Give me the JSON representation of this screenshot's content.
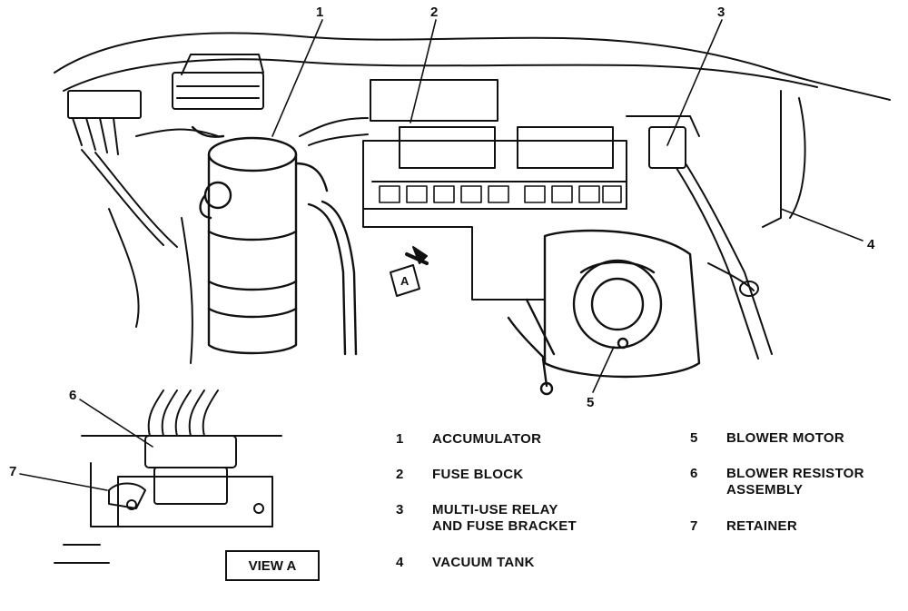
{
  "callouts": {
    "c1": "1",
    "c2": "2",
    "c3": "3",
    "c4": "4",
    "c5": "5",
    "c6": "6",
    "c7": "7",
    "view_marker": "A"
  },
  "view_label": "VIEW A",
  "legend": [
    {
      "num": "1",
      "text": "ACCUMULATOR"
    },
    {
      "num": "2",
      "text": "FUSE BLOCK"
    },
    {
      "num": "3",
      "text": "MULTI-USE RELAY\nAND FUSE BRACKET"
    },
    {
      "num": "4",
      "text": "VACUUM TANK"
    },
    {
      "num": "5",
      "text": "BLOWER MOTOR"
    },
    {
      "num": "6",
      "text": "BLOWER RESISTOR\nASSEMBLY"
    },
    {
      "num": "7",
      "text": "RETAINER"
    }
  ]
}
